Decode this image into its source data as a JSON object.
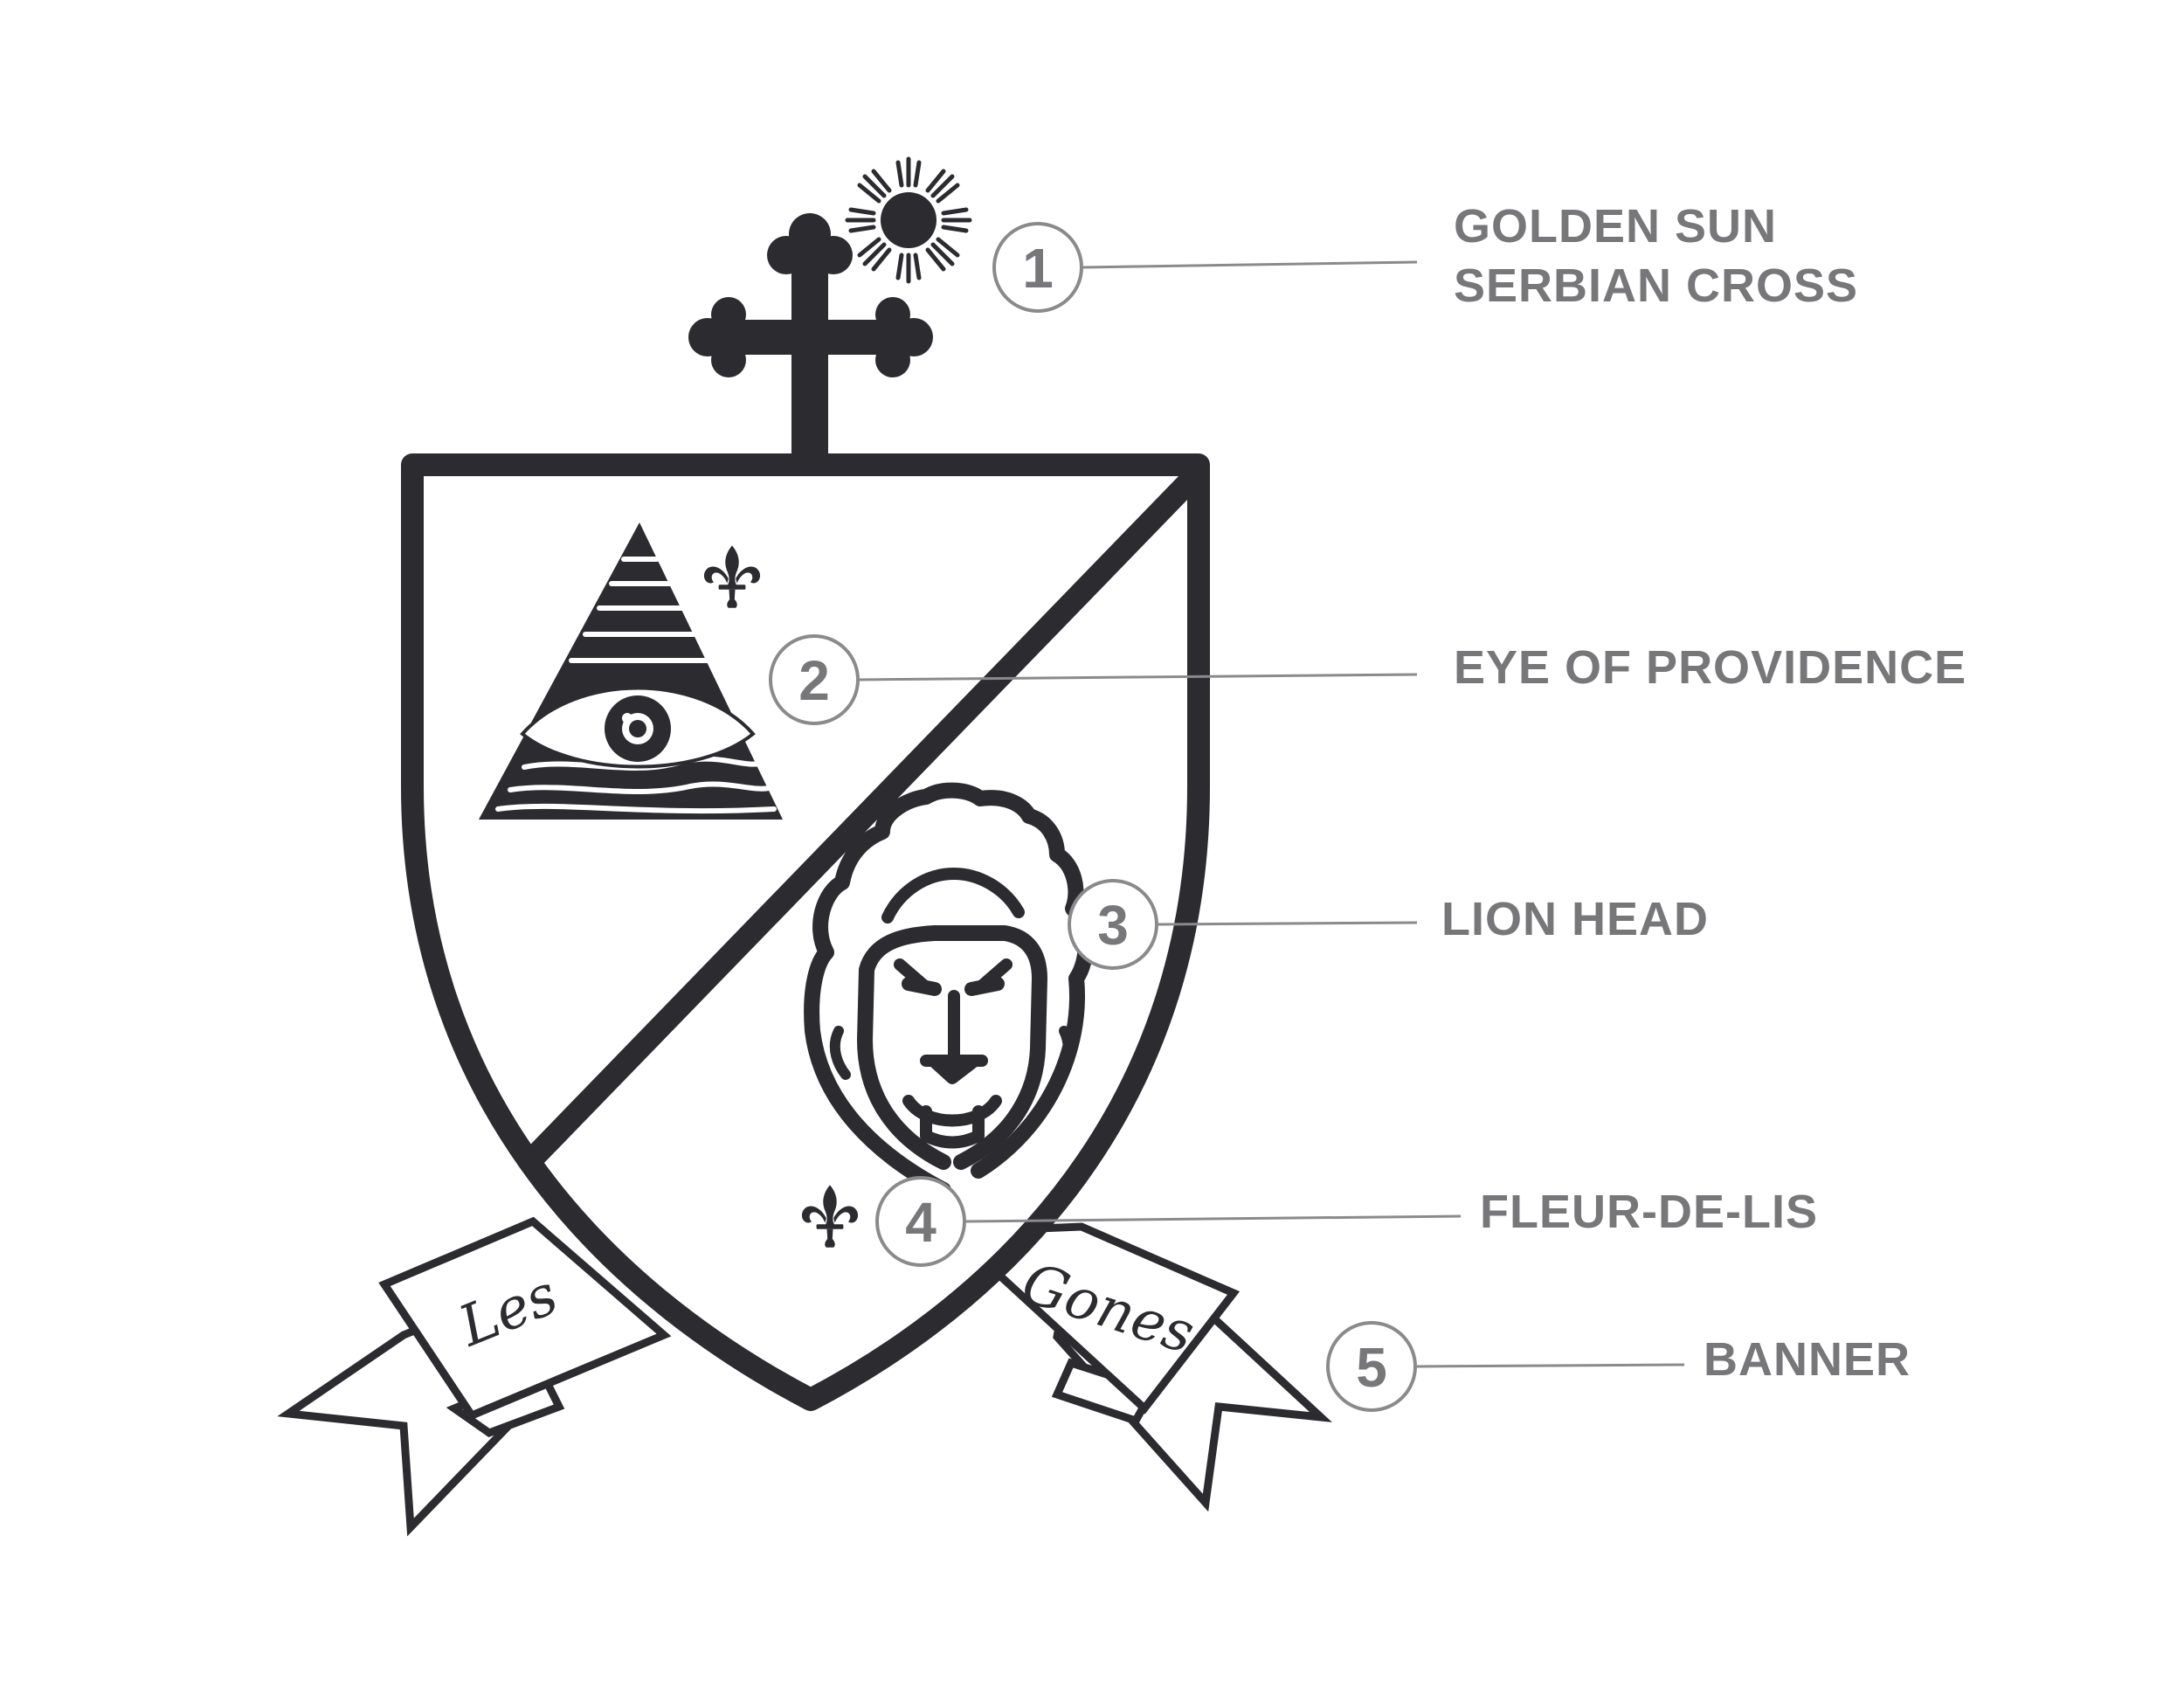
{
  "colors": {
    "ink": "#2b2b30",
    "label": "#77777a",
    "callout_ring": "#8a8a8d",
    "leader_line": "#8a8a8d",
    "background": "#ffffff"
  },
  "banner": {
    "left_text": "Les",
    "right_text": "Gones"
  },
  "icons": [
    "sun-icon",
    "serbian-cross-icon",
    "eye-of-providence-icon",
    "fleur-de-lis-icon",
    "lion-head-icon",
    "banner-ribbon"
  ],
  "callouts": [
    {
      "number": "1",
      "label_lines": [
        "GOLDEN SUN",
        "SERBIAN CROSS"
      ]
    },
    {
      "number": "2",
      "label_lines": [
        "EYE OF PROVIDENCE"
      ]
    },
    {
      "number": "3",
      "label_lines": [
        "LION HEAD"
      ]
    },
    {
      "number": "4",
      "label_lines": [
        "FLEUR-DE-LIS"
      ]
    },
    {
      "number": "5",
      "label_lines": [
        "BANNER"
      ]
    }
  ]
}
